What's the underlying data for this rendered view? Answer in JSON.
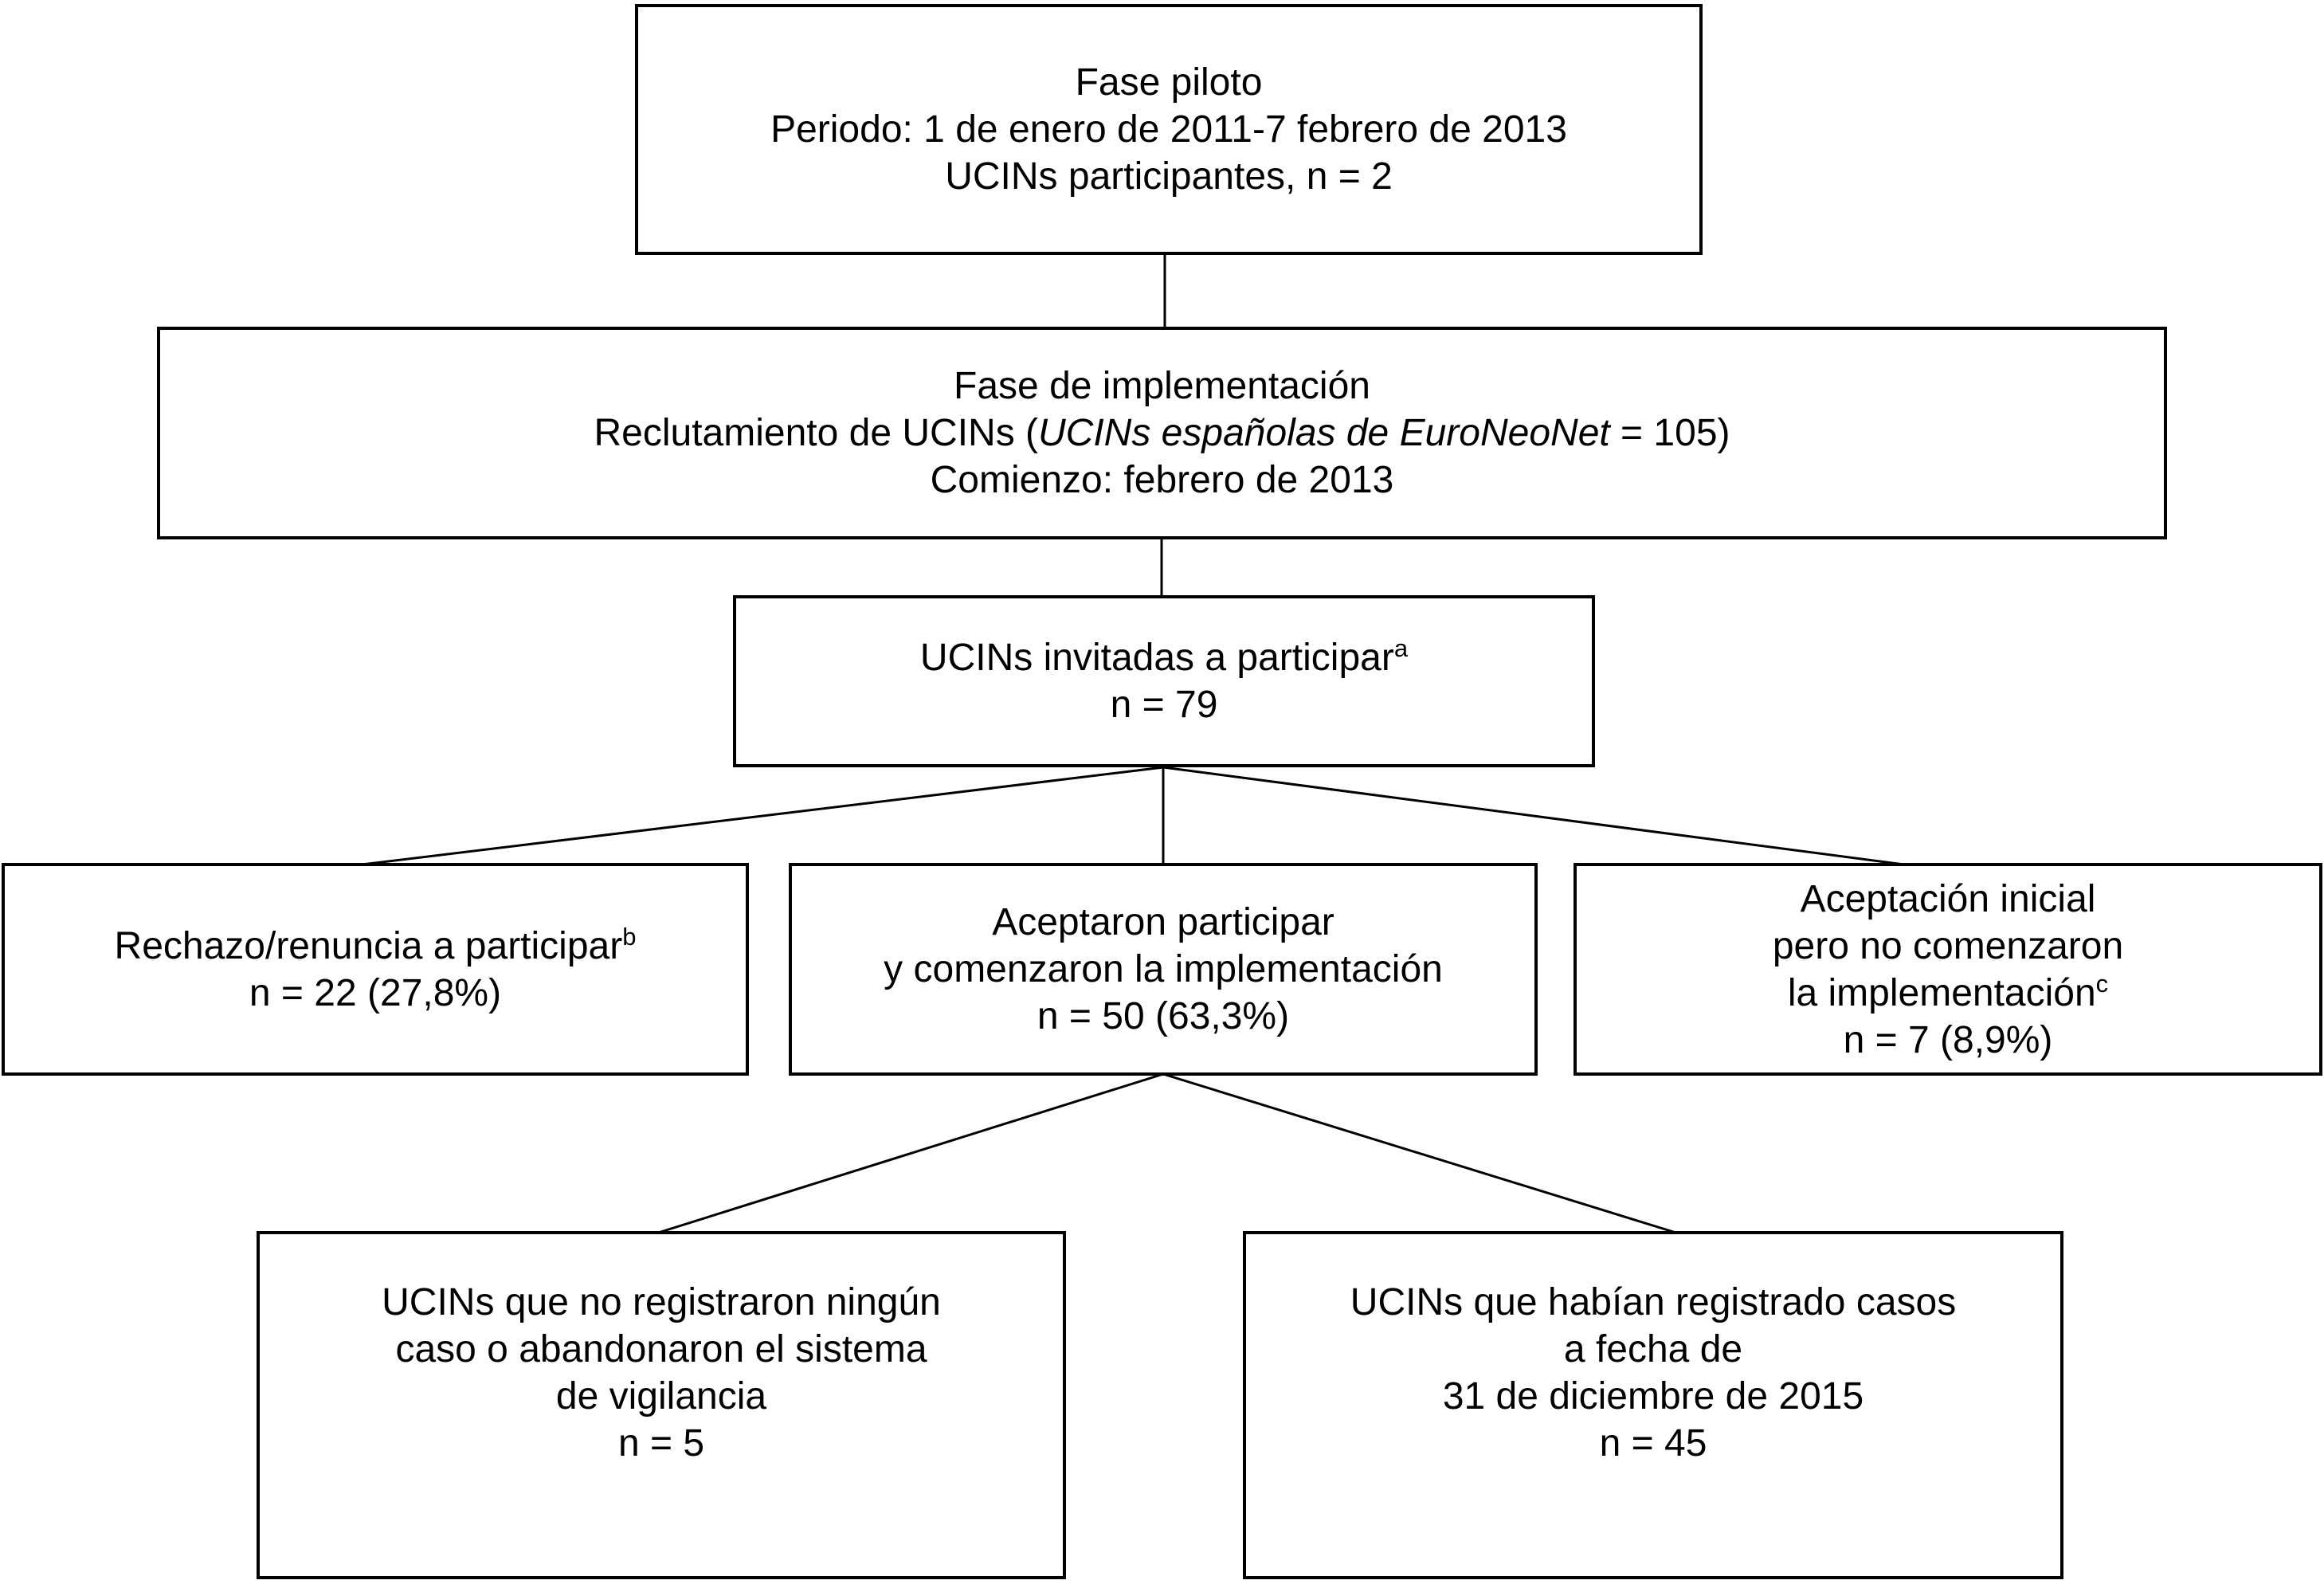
{
  "figure": {
    "type": "flowchart",
    "background_color": "#ffffff",
    "border_color": "#000000",
    "text_color": "#000000"
  },
  "boxes": {
    "pilot": {
      "lines": [
        "Fase piloto",
        "Periodo: 1 de enero de 2011-7 febrero de 2013",
        "UCINs participantes, n = 2"
      ]
    },
    "implementation": {
      "line1": "Fase de implementación",
      "line2_prefix": "Reclutamiento de UCINs (",
      "line2_italic": "UCINs españolas de EuroNeoNet",
      "line2_suffix": " = 105)",
      "line3": "Comienzo: febrero de 2013"
    },
    "invited": {
      "line1": "UCINs invitadas a participar",
      "line1_sup": "a",
      "line2": "n = 79"
    },
    "declined": {
      "line1": "Rechazo/renuncia a participar",
      "line1_sup": "b",
      "line2": "n = 22 (27,8%)"
    },
    "accepted": {
      "lines": [
        "Aceptaron participar",
        "y comenzaron la implementación",
        "n = 50 (63,3%)"
      ]
    },
    "initial_acceptance": {
      "line1": "Aceptación inicial",
      "line2": "pero no comenzaron",
      "line3": "la implementación",
      "line3_sup": "c",
      "line4": "n = 7 (8,9%)"
    },
    "no_cases": {
      "lines": [
        "UCINs que no registraron ningún",
        "caso o abandonaron el sistema",
        "de vigilancia",
        "n = 5"
      ]
    },
    "registered": {
      "lines": [
        "UCINs que habían registrado casos",
        "a fecha de",
        "31 de diciembre de 2015",
        "n = 45"
      ]
    }
  }
}
